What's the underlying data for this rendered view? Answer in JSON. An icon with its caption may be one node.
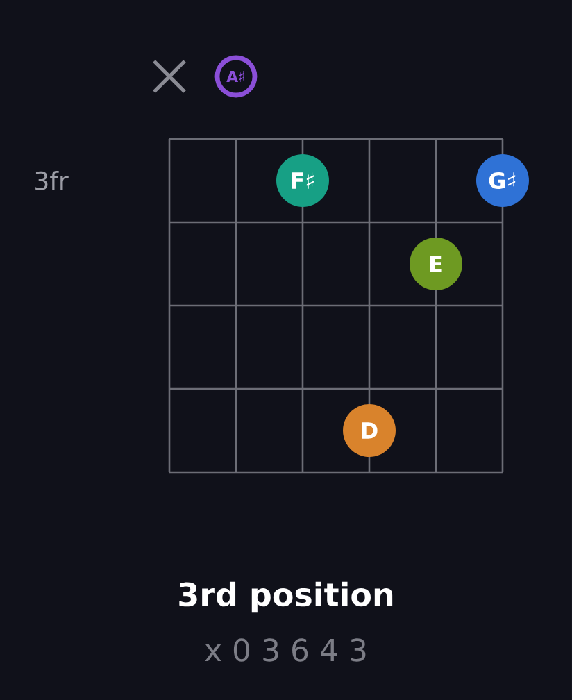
{
  "diagram": {
    "title": "3rd position",
    "nodes": [
      {
        "text": [
          "A♯"
        ]
      },
      {
        "text": [
          "F♯"
        ]
      },
      {
        "text": [
          "G♯"
        ]
      },
      {
        "text": [
          "E"
        ]
      },
      {
        "text": [
          "D"
        ]
      }
    ],
    "labels": [
      "3fr",
      "x 0 3 6 4 3"
    ]
  }
}
